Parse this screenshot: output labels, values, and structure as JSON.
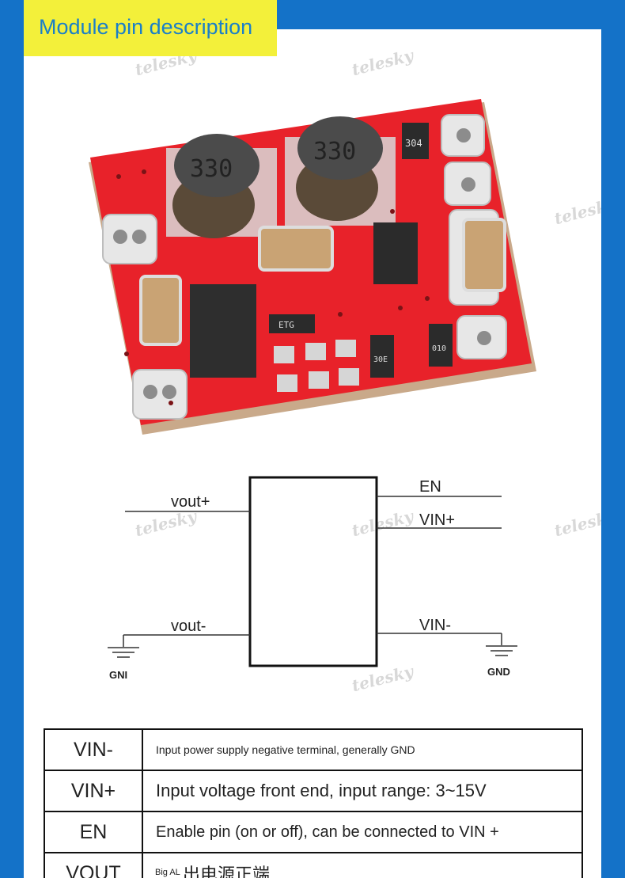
{
  "header": {
    "title": "Module pin description"
  },
  "board": {
    "inductor_label": "330",
    "capacitor_code": "304",
    "chip_marks": [
      "ETG",
      "30E",
      "010"
    ]
  },
  "watermark": {
    "text": "telesky"
  },
  "schematic": {
    "left_pins": [
      "vout+",
      "vout-"
    ],
    "right_pins": [
      "EN",
      "VIN+",
      "VIN-"
    ],
    "ground_left": "GNI",
    "ground_right": "GND"
  },
  "pin_table": {
    "rows": [
      {
        "pin": "VIN-",
        "desc": "Input power supply negative terminal, generally GND"
      },
      {
        "pin": "VIN+",
        "desc": "Input voltage front end, input range: 3~15V"
      },
      {
        "pin": "EN",
        "desc": "Enable pin (on or off), can be connected to VIN +"
      },
      {
        "pin": "VOUT",
        "desc": "出电源正端"
      }
    ],
    "footer_note": "Big AL"
  },
  "colors": {
    "frame": "#1472c8",
    "title_bg": "#f3f03a",
    "title_text": "#1a7fc8",
    "pcb": "#e8222a"
  }
}
